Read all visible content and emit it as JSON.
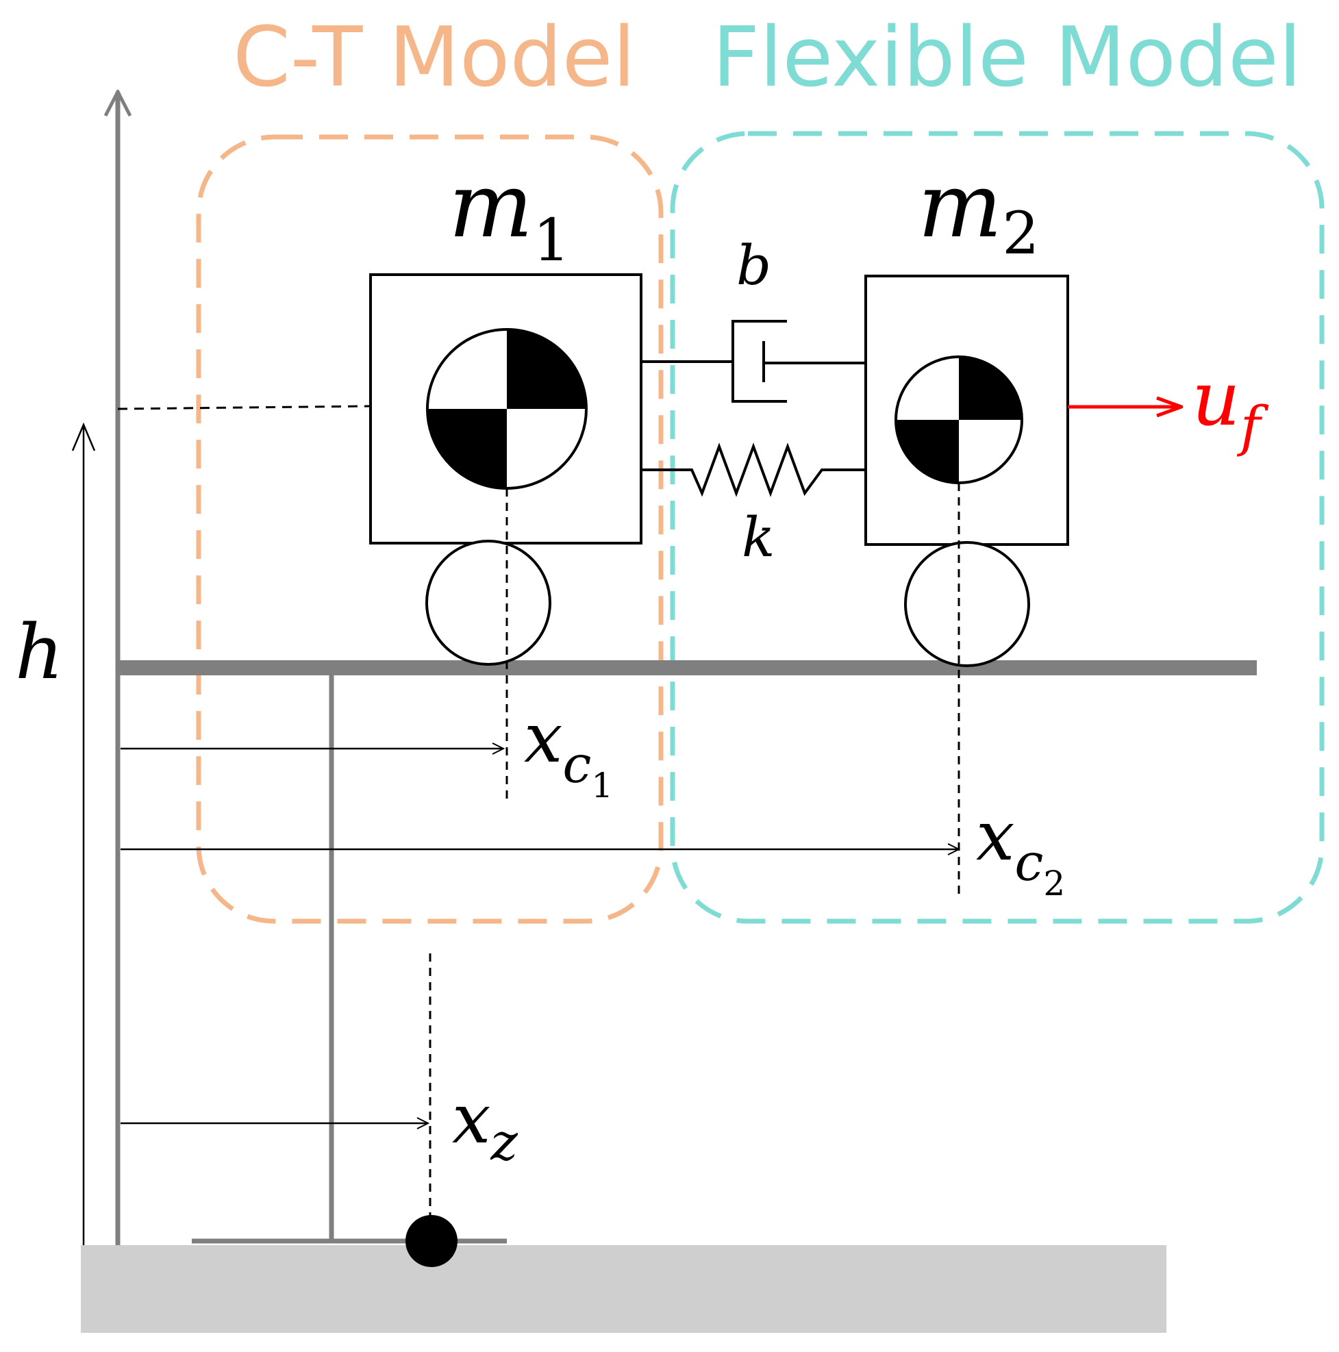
{
  "titles": {
    "ct_model": "C-T Model",
    "flexible_model": "Flexible Model"
  },
  "colors": {
    "ct_model": "#f5b78a",
    "flexible_model": "#7fdcd4",
    "force": "#ff0000",
    "rail": "#7f7f7f",
    "ground": "#cfcfcf",
    "ink": "#000000"
  },
  "labels": {
    "mass1": {
      "base": "m",
      "sub": "1"
    },
    "mass2": {
      "base": "m",
      "sub": "2"
    },
    "damper": "b",
    "spring": "k",
    "force": {
      "base": "u",
      "sub": "f"
    },
    "height": "h",
    "xc1": {
      "base": "x",
      "sub": "c",
      "subsub": "1"
    },
    "xc2": {
      "base": "x",
      "sub": "c",
      "subsub": "2"
    },
    "xz": {
      "base": "x",
      "sub": "z"
    }
  }
}
